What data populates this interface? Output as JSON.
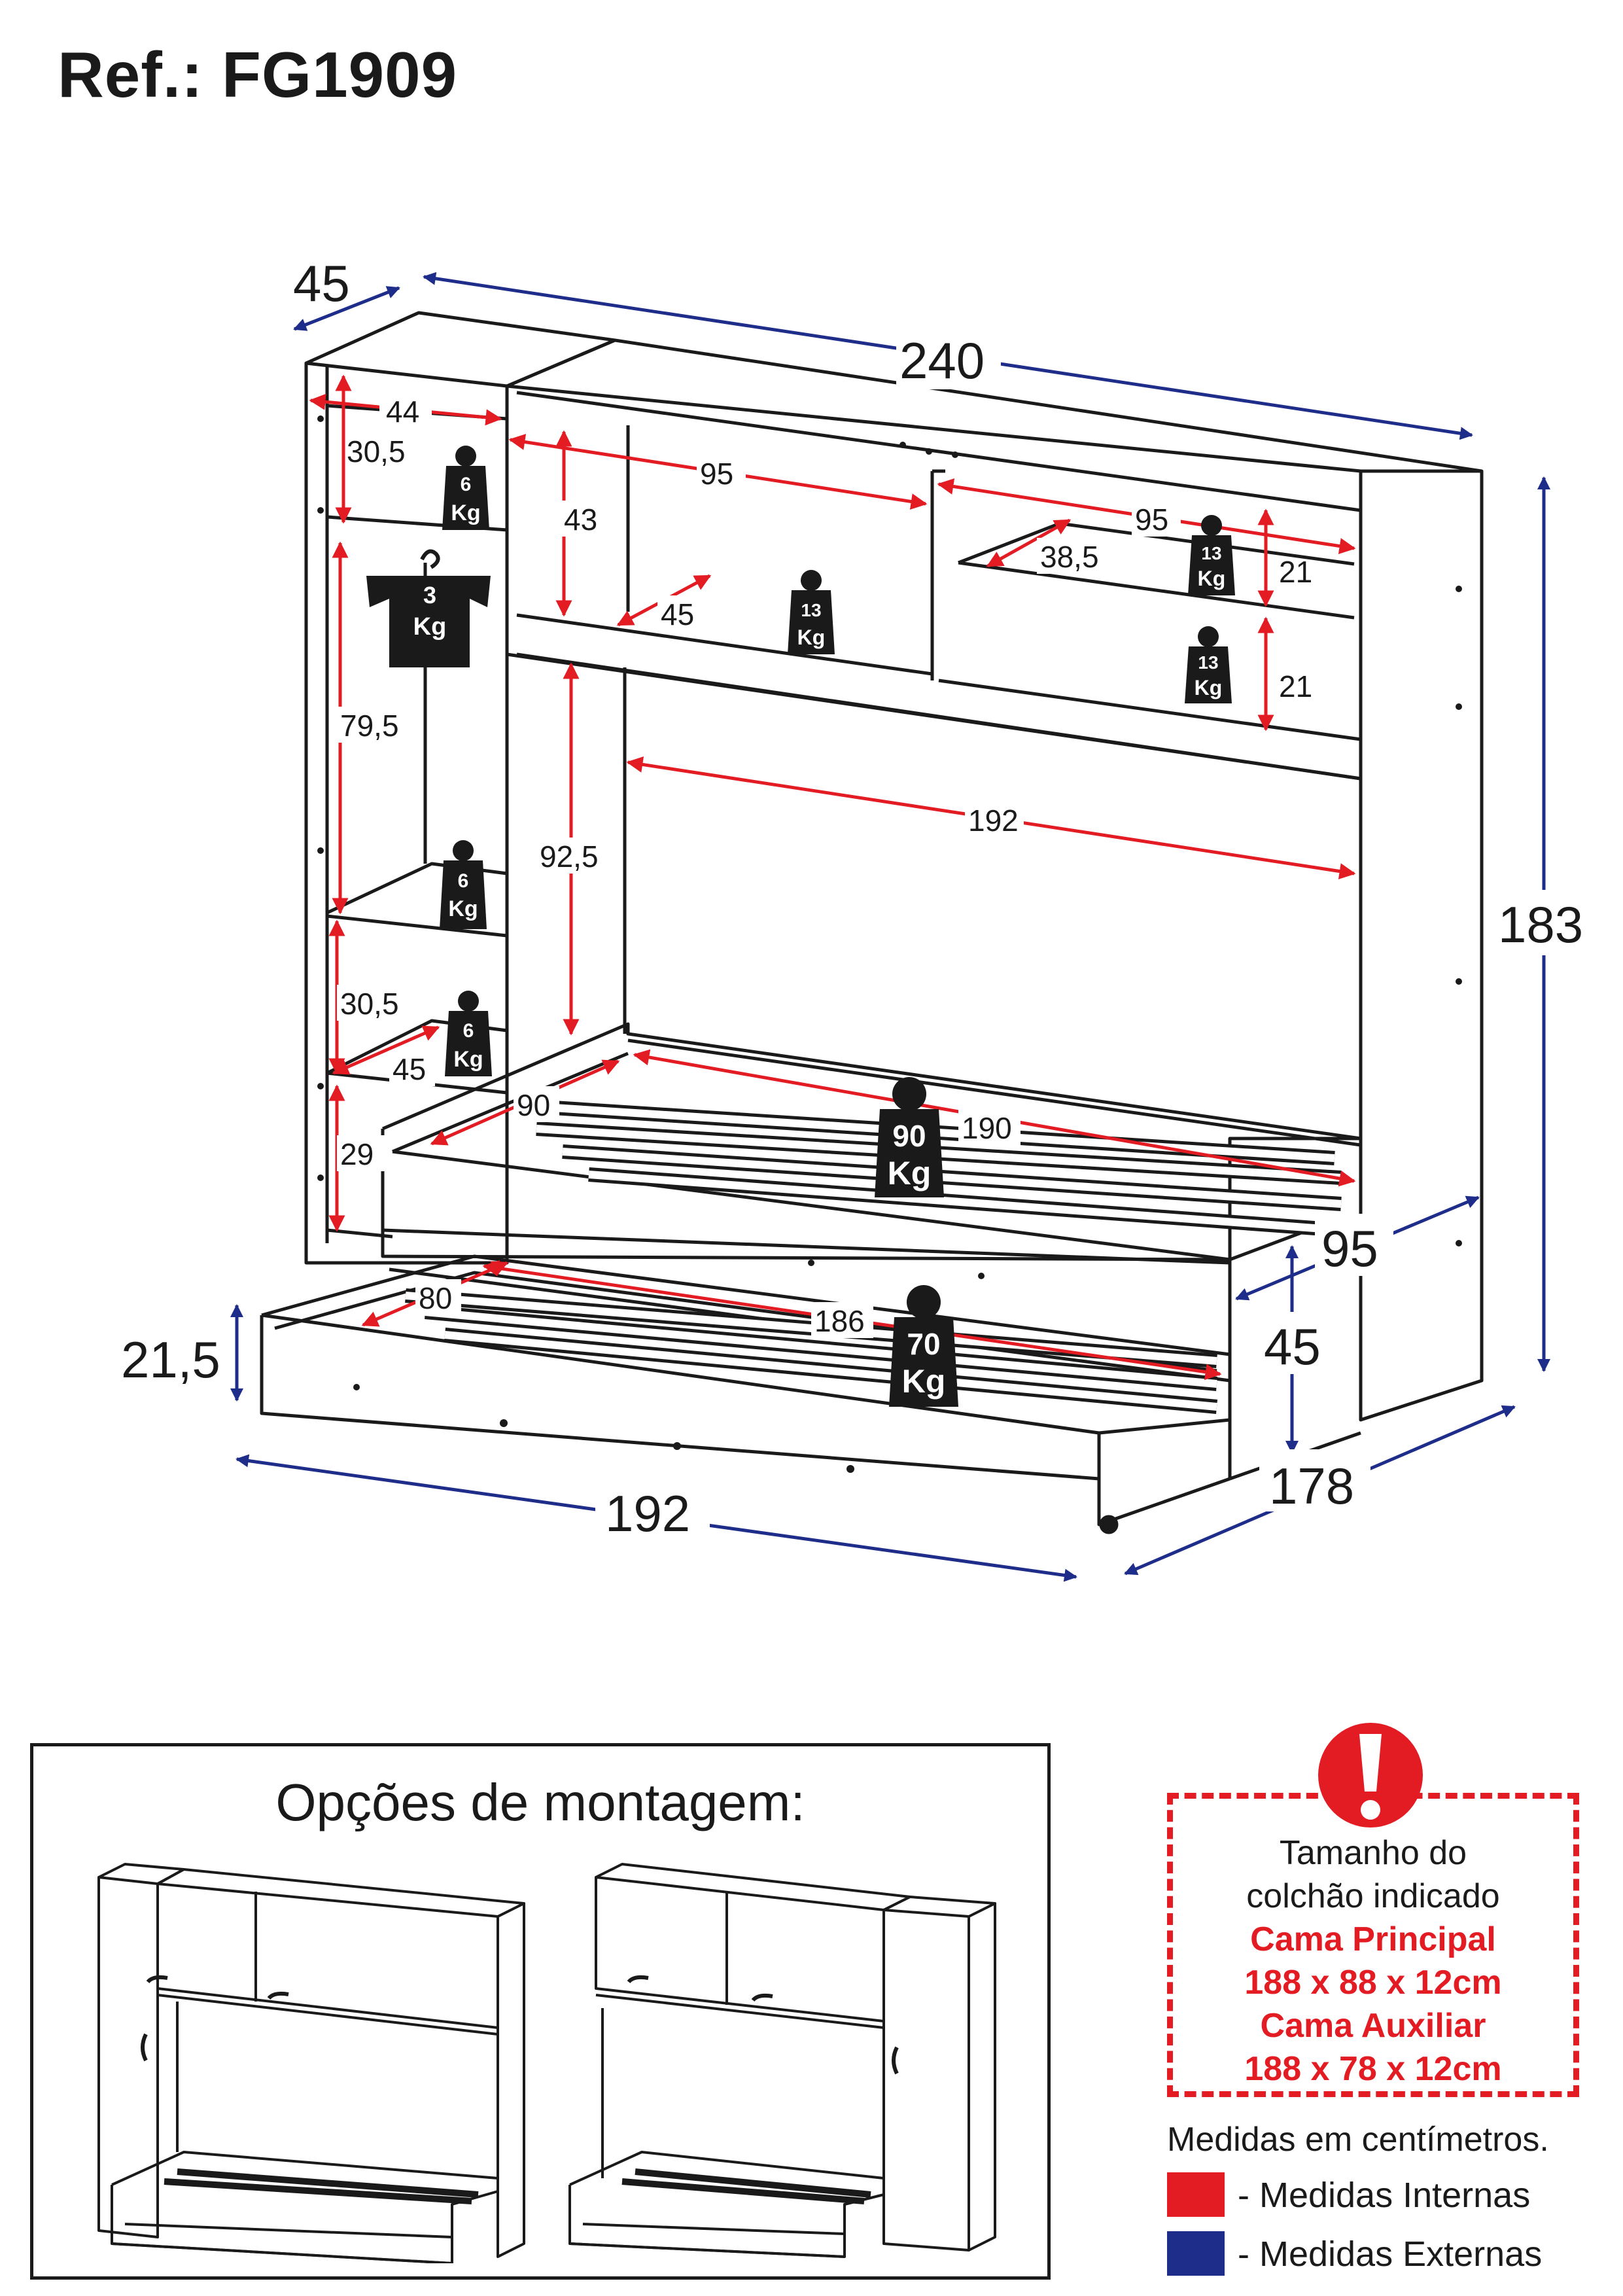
{
  "header": {
    "ref_title": "Ref.: FG1909"
  },
  "colors": {
    "internal": "#e31b23",
    "external": "#1f2d8a",
    "line": "#1a1a1a"
  },
  "external_dimensions": {
    "depth_top": "45",
    "width_top": "240",
    "height": "183",
    "drawer_height": "21,5",
    "bottom_width": "192",
    "bottom_depth": "178",
    "bed_depth": "95",
    "bed_height": "45"
  },
  "internal_dimensions": {
    "side_top_width": "44",
    "side_top_height": "30,5",
    "side_hanging_height": "79,5",
    "side_mid_height": "30,5",
    "side_mid_depth": "45",
    "side_bottom_height": "29",
    "upper_left_width": "95",
    "upper_left_height": "43",
    "upper_left_depth": "45",
    "upper_right_width": "95",
    "upper_right_depth": "38,5",
    "upper_right_h1": "21",
    "upper_right_h2": "21",
    "bed_clear_height": "92,5",
    "bed_clear_width": "192",
    "main_bed_width": "90",
    "main_bed_length": "190",
    "aux_bed_width": "80",
    "aux_bed_length": "186"
  },
  "weights": {
    "side_top": {
      "value": "6",
      "unit": "Kg"
    },
    "hanger": {
      "value": "3",
      "unit": "Kg"
    },
    "side_mid": {
      "value": "6",
      "unit": "Kg"
    },
    "side_low": {
      "value": "6",
      "unit": "Kg"
    },
    "upper_left": {
      "value": "13",
      "unit": "Kg"
    },
    "upper_right_top": {
      "value": "13",
      "unit": "Kg"
    },
    "upper_right_low": {
      "value": "13",
      "unit": "Kg"
    },
    "main_bed": {
      "value": "90",
      "unit": "Kg"
    },
    "aux_bed": {
      "value": "70",
      "unit": "Kg"
    }
  },
  "assembly": {
    "title": "Opções de montagem:"
  },
  "mattress": {
    "line1": "Tamanho do",
    "line2": "colchão indicado",
    "main_label": "Cama Principal",
    "main_size": "188 x 88 x 12cm",
    "aux_label": "Cama Auxiliar",
    "aux_size": "188 x 78 x 12cm"
  },
  "notes": {
    "units": "Medidas em centímetros.",
    "legend_internal": "- Medidas Internas",
    "legend_external": "- Medidas Externas"
  },
  "icons": {
    "alert": "exclamation-alert-icon",
    "weight": "weight-icon",
    "hanger": "shirt-hanger-icon"
  }
}
